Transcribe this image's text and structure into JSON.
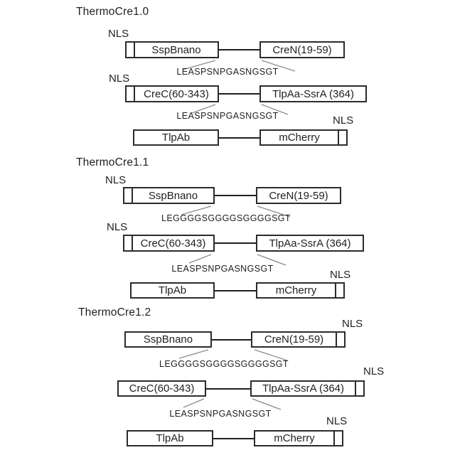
{
  "nls_label": "NLS",
  "colors": {
    "box_border": "#2b2b2b",
    "text": "#1f1f1f",
    "connector": "#1f1f1f",
    "pointer_line": "#8c8c8c",
    "background": "#ffffff"
  },
  "sections": [
    {
      "title": "ThermoCre1.0",
      "rows": [
        {
          "left": "SspBnano",
          "right": "CreN(19-59)",
          "nls_position": "left"
        },
        {
          "left": "CreC(60-343)",
          "right": "TlpAa-SsrA (364)",
          "nls_position": "left"
        },
        {
          "left": "TlpAb",
          "right": "mCherry",
          "nls_position": "right"
        }
      ],
      "linkers": [
        "LEASPSNPGASNGSGT",
        "LEASPSNPGASNGSGT"
      ]
    },
    {
      "title": "ThermoCre1.1",
      "rows": [
        {
          "left": "SspBnano",
          "right": "CreN(19-59)",
          "nls_position": "left"
        },
        {
          "left": "CreC(60-343)",
          "right": "TlpAa-SsrA (364)",
          "nls_position": "left"
        },
        {
          "left": "TlpAb",
          "right": "mCherry",
          "nls_position": "right"
        }
      ],
      "linkers": [
        "LEGGGGSGGGGSGGGGSGT",
        "LEASPSNPGASNGSGT"
      ]
    },
    {
      "title": "ThermoCre1.2",
      "rows": [
        {
          "left": "SspBnano",
          "right": "CreN(19-59)",
          "nls_position": "right"
        },
        {
          "left": "CreC(60-343)",
          "right": "TlpAa-SsrA (364)",
          "nls_position": "right"
        },
        {
          "left": "TlpAb",
          "right": "mCherry",
          "nls_position": "right"
        }
      ],
      "linkers": [
        "LEGGGGSGGGGSGGGGSGT",
        "LEASPSNPGASNGSGT"
      ]
    }
  ]
}
